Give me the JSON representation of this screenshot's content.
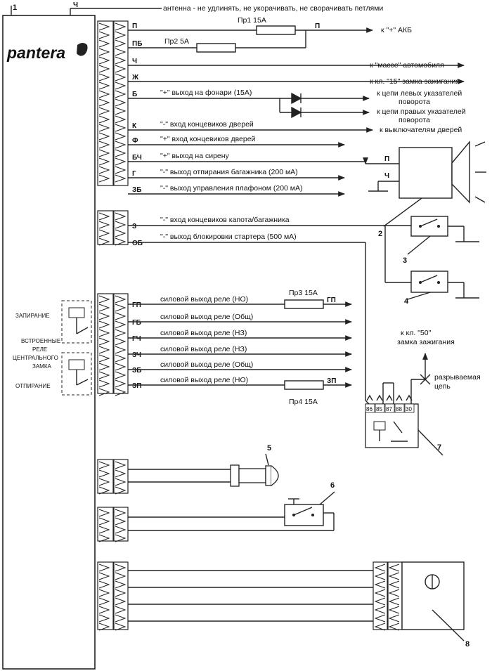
{
  "logo": "pantera",
  "callouts": [
    "1",
    "2",
    "3",
    "4",
    "5",
    "6",
    "7",
    "8"
  ],
  "antenna": {
    "code": "Ч",
    "text": "антенна - не удлинять, не укорачивать, не сворачивать петлями"
  },
  "group1": [
    {
      "code": "П",
      "label": "",
      "dest": "к \"+\" АКБ"
    },
    {
      "code": "ПБ",
      "label": "",
      "dest": ""
    },
    {
      "code": "Ч",
      "label": "",
      "dest": "к \"массе\" автомобиля"
    },
    {
      "code": "Ж",
      "label": "",
      "dest": "к кл. \"15\" замка зажигания"
    },
    {
      "code": "Б",
      "label": "\"+\" выход на фонари (15А)",
      "dest": ""
    },
    {
      "code": "К",
      "label": "\"-\" вход концевиков дверей",
      "dest": "к выключателям дверей"
    },
    {
      "code": "Ф",
      "label": "\"+\" вход концевиков дверей",
      "dest": ""
    },
    {
      "code": "БЧ",
      "label": "\"+\" выход на сирену",
      "dest": ""
    },
    {
      "code": "Г",
      "label": "\"-\" выход отпирания багажника (200 мА)",
      "dest": ""
    },
    {
      "code": "ЗБ",
      "label": "\"-\" выход управления плафоном (200 мА)",
      "dest": ""
    }
  ],
  "fuses": {
    "pr1": "Пр1 15А",
    "pr2": "Пр2 5А",
    "pr3": "Пр3 15А",
    "pr4": "Пр4 15А",
    "p_right": "П",
    "gp_right": "ГП",
    "zp_right": "ЗП"
  },
  "turn": {
    "left": [
      "к цепи левых указателей",
      "поворота"
    ],
    "right": [
      "к цепи правых указателей",
      "поворота"
    ]
  },
  "siren": {
    "p": "П",
    "ch": "Ч"
  },
  "group2": [
    {
      "code": "З",
      "label": "\"-\" вход концевиков капота/багажника"
    },
    {
      "code": "ОБ",
      "label": "\"-\" выход блокировки стартера (500 мА)"
    }
  ],
  "group3": [
    {
      "code": "ГП",
      "label": "силовой выход реле (НО)"
    },
    {
      "code": "ГБ",
      "label": "силовой выход реле (Общ)"
    },
    {
      "code": "ГЧ",
      "label": "силовой выход реле (НЗ)"
    },
    {
      "code": "ЗЧ",
      "label": "силовой выход реле (НЗ)"
    },
    {
      "code": "ЗБ",
      "label": "силовой выход реле (Общ)"
    },
    {
      "code": "ЗП",
      "label": "силовой выход реле (НО)"
    }
  ],
  "internal_relays": {
    "lock": "ЗАПИРАНИЕ",
    "built_in": [
      "ВСТРОЕННЫЕ",
      "РЕЛЕ",
      "ЦЕНТРАЛЬНОГО",
      "ЗАМКА"
    ],
    "unlock": "ОТПИРАНИЕ"
  },
  "starter": {
    "kl50": [
      "к кл. \"50\"",
      "замка зажигания"
    ],
    "break": [
      "разрываемая",
      "цепь"
    ],
    "pins": [
      "86",
      "85",
      "87",
      "88",
      "30"
    ]
  }
}
